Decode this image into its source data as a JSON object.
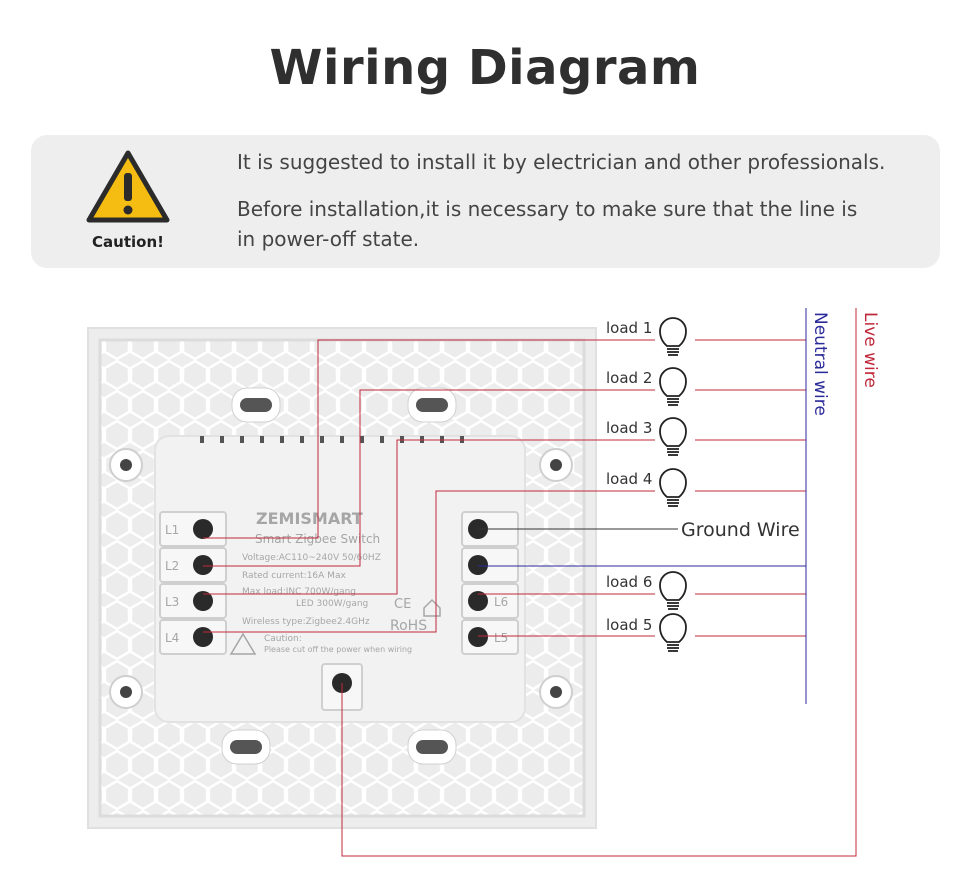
{
  "title": "Wiring Diagram",
  "caution": {
    "label": "Caution!",
    "icon": "warning-triangle-icon",
    "notes": [
      "It is suggested to install it by electrician and other professionals.",
      "Before installation,it is necessary to make sure that the line is in power-off state."
    ]
  },
  "wires": {
    "neutral": "Neutral wire",
    "live": "Live wire",
    "ground": "Ground Wire",
    "neutral_color": "#2b2b9a",
    "live_color": "#c0283a",
    "ground_color": "#333333"
  },
  "loads": [
    "load 1",
    "load 2",
    "load 3",
    "load 4",
    "load 6",
    "load 5"
  ],
  "switch_panel": {
    "brand": "ZEMISMART",
    "product": "Smart Zigbee Switch",
    "voltage": "Voltage:AC110~240V   50/60HZ",
    "current": "Rated current:16A Max",
    "max_load": "Max load:INC 700W/gang",
    "led": "LED 300W/gang",
    "wireless": "Wireless type:Zigbee2.4GHz",
    "rohs": "RoHS",
    "ce": "CE",
    "caution_title": "Caution:",
    "caution_text": "Please cut off the power when wiring",
    "left_terminals": [
      "L1",
      "L2",
      "L3",
      "L4"
    ],
    "right_terminals": [
      "L6",
      "L5"
    ]
  }
}
